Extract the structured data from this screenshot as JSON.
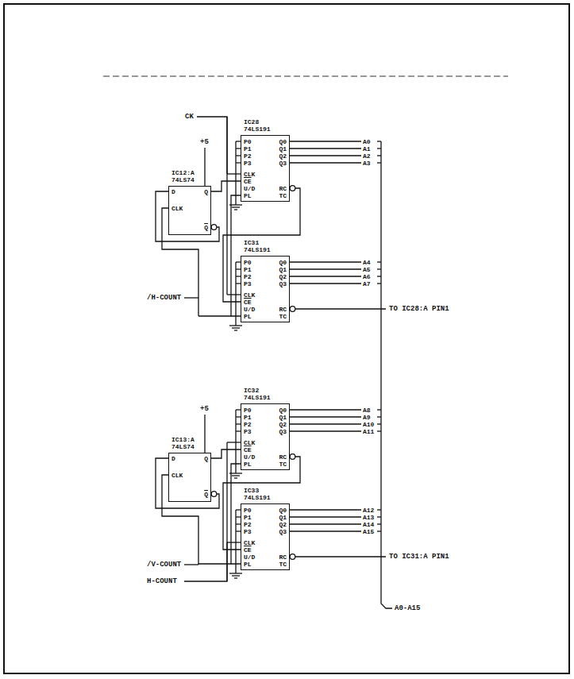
{
  "diagram": {
    "nodes": [
      {
        "text": [
          "IC28",
          "74LS191",
          "P0",
          "P1",
          "P2",
          "P3",
          "CLK",
          "CE",
          "U/D",
          "PL",
          "Q0",
          "Q1",
          "Q2",
          "Q3",
          "RC",
          "TC"
        ]
      },
      {
        "text": [
          "IC12:A",
          "74LS74",
          "D",
          "CLK",
          "Q",
          "Q"
        ]
      },
      {
        "text": [
          "IC31",
          "74LS191",
          "P0",
          "P1",
          "P2",
          "P3",
          "CLK",
          "CE",
          "U/D",
          "PL",
          "Q0",
          "Q1",
          "Q2",
          "Q3",
          "RC",
          "TC"
        ]
      },
      {
        "text": [
          "IC32",
          "74LS191",
          "P0",
          "P1",
          "P2",
          "P3",
          "CLK",
          "CE",
          "U/D",
          "PL",
          "Q0",
          "Q1",
          "Q2",
          "Q3",
          "RC",
          "TC"
        ]
      },
      {
        "text": [
          "IC13:A",
          "74LS74",
          "D",
          "CLK",
          "Q",
          "Q"
        ]
      },
      {
        "text": [
          "IC33",
          "74LS191",
          "P0",
          "P1",
          "P2",
          "P3",
          "CLK",
          "CE",
          "U/D",
          "PL",
          "Q0",
          "Q1",
          "Q2",
          "Q3",
          "RC",
          "TC"
        ]
      }
    ],
    "edges": [
      {
        "from": 1,
        "to": 0,
        "arrow": "none"
      },
      {
        "from": 0,
        "to": 2,
        "arrow": "none"
      },
      {
        "from": 4,
        "to": 3,
        "arrow": "none"
      },
      {
        "from": 3,
        "to": 5,
        "arrow": "none"
      }
    ],
    "labels": [
      "CK",
      "+5",
      "/H-COUNT",
      "A0",
      "A1",
      "A2",
      "A3",
      "A4",
      "A5",
      "A6",
      "A7",
      "TO IC28:A PIN1",
      "+5",
      "/V-COUNT",
      "H-COUNT",
      "A8",
      "A9",
      "A10",
      "A11",
      "A12",
      "A13",
      "A14",
      "A15",
      "TO IC31:A PIN1",
      "A0-A15"
    ]
  }
}
